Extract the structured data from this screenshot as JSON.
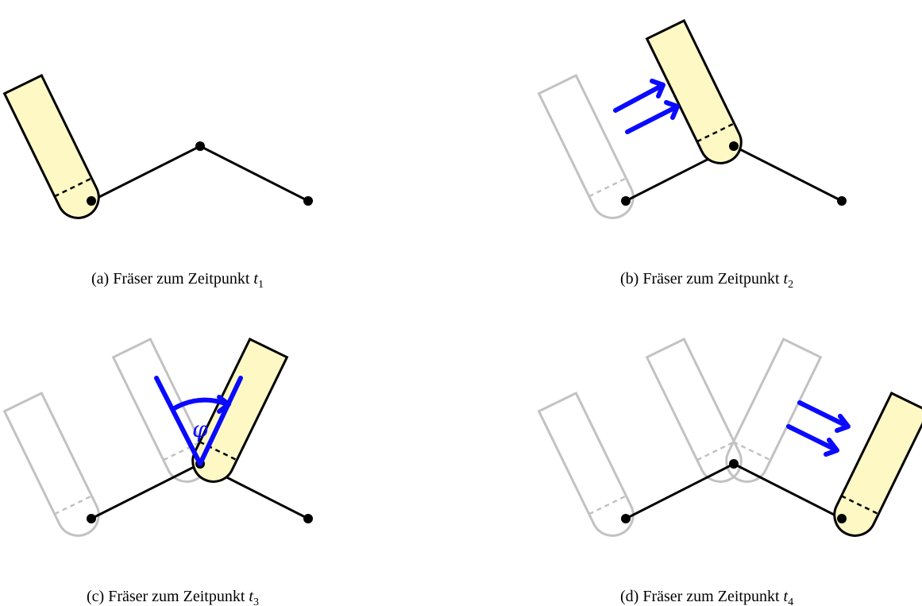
{
  "figure": {
    "panels": [
      {
        "caption_prefix": "(a) Fräser zum Zeitpunkt ",
        "time_var": "t",
        "time_index": "1"
      },
      {
        "caption_prefix": "(b) Fräser zum Zeitpunkt ",
        "time_var": "t",
        "time_index": "2"
      },
      {
        "caption_prefix": "(c) Fräser zum Zeitpunkt ",
        "time_var": "t",
        "time_index": "3"
      },
      {
        "caption_prefix": "(d) Fräser zum Zeitpunkt ",
        "time_var": "t",
        "time_index": "4"
      }
    ],
    "angle_symbol": "φ"
  },
  "colors": {
    "tool_fill": "#fdf8c4",
    "tool_stroke": "#000000",
    "ghost_stroke": "#c2c2c2",
    "path_line": "#000000",
    "motion_arrow": "#0a0aff"
  }
}
